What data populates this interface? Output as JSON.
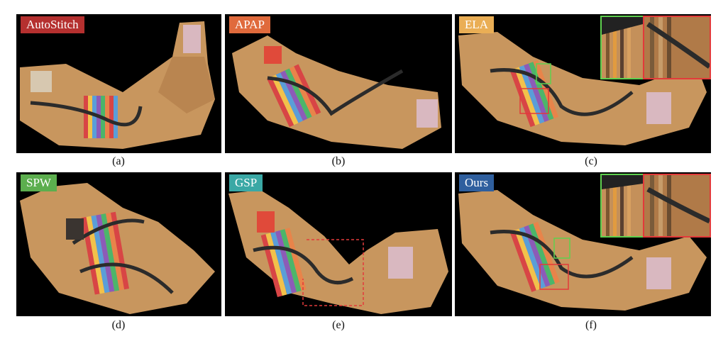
{
  "panels": [
    {
      "label": "AutoStitch",
      "label_color": "#b5302f",
      "caption": "(a)"
    },
    {
      "label": "APAP",
      "label_color": "#e06a3c",
      "caption": "(b)"
    },
    {
      "label": "ELA",
      "label_color": "#eaae55",
      "caption": "(c)"
    },
    {
      "label": "SPW",
      "label_color": "#5cae4e",
      "caption": "(d)"
    },
    {
      "label": "GSP",
      "label_color": "#3aa8a5",
      "caption": "(e)"
    },
    {
      "label": "Ours",
      "label_color": "#2f5f9e",
      "caption": "(f)"
    }
  ],
  "colors": {
    "wood": "#c8965e",
    "wood_dark": "#a9743f",
    "track": "#2b2b2b",
    "inset_green": "#5fd04f",
    "inset_red": "#e23a3a"
  }
}
